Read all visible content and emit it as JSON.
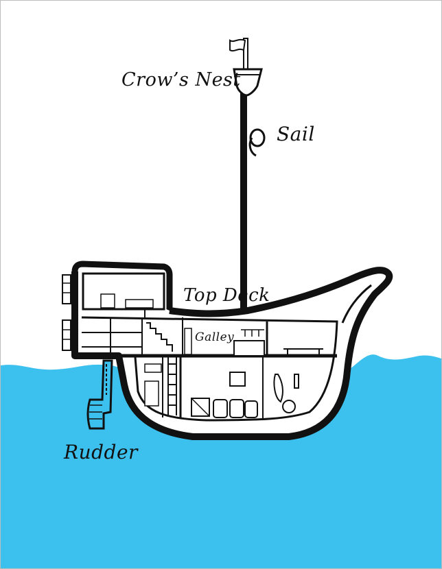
{
  "labels": {
    "crows_nest": "Crow’s Nest",
    "sail": "Sail",
    "top_deck": "Top Deck",
    "galley": "Galley",
    "rudder": "Rudder"
  },
  "colors": {
    "water": "#3CC0EE",
    "ink": "#111111",
    "paper": "#FFFFFF"
  }
}
